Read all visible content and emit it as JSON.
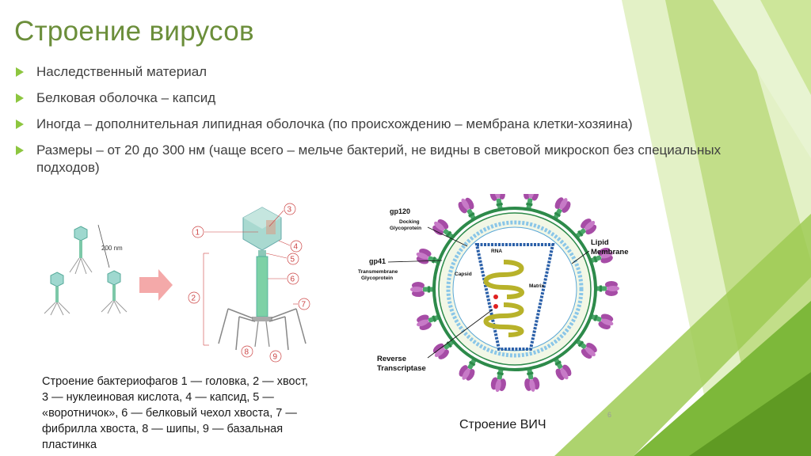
{
  "slide": {
    "title": "Строение вирусов",
    "bullets": [
      "Наследственный материал",
      "Белковая оболочка – капсид",
      "Иногда – дополнительная липидная оболочка (по происхождению – мембрана клетки-хозяина)",
      "Размеры – от 20 до 300 нм (чаще всего – мельче бактерий, не видны в световой микроскоп без специальных подходов)"
    ],
    "page_number": "6"
  },
  "phage_figure": {
    "scale_label": "200 nm",
    "callouts": [
      "1",
      "2",
      "3",
      "4",
      "5",
      "6",
      "7",
      "8",
      "9"
    ],
    "caption": "Строение бактериофагов 1 — головка, 2 — хвост, 3 — нуклеиновая кислота, 4 — капсид, 5 — «воротничок», 6 — белковый чехол хвоста, 7 — фибрилла хвоста, 8 — шипы, 9 — базальная пластинка"
  },
  "hiv_figure": {
    "labels": {
      "gp120": "gp120",
      "gp120_sub1": "Docking",
      "gp120_sub2": "Glycoprotein",
      "gp41": "gp41",
      "gp41_sub1": "Transmembrane",
      "gp41_sub2": "Glycoprotein",
      "lipid1": "Lipid",
      "lipid2": "Membrane",
      "rna": "RNA",
      "capsid": "Capsid",
      "matrix": "Matrix",
      "rt1": "Reverse",
      "rt2": "Transcriptase"
    },
    "caption": "Строение ВИЧ"
  },
  "colors": {
    "title": "#6b8e3a",
    "bullet": "#8dc63f",
    "deco_light": "#c5e08a",
    "deco_dark": "#6aa22a",
    "knob": "#a64ca6",
    "membrane": "#2d8a4a"
  }
}
